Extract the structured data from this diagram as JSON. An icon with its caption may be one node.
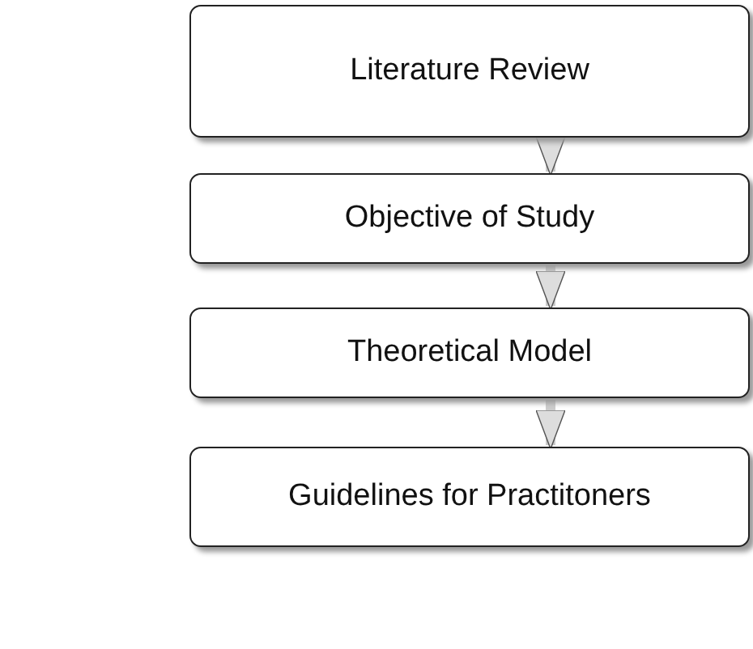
{
  "diagram": {
    "nodes": [
      {
        "text": [
          "Literature Review"
        ]
      },
      {
        "text": [
          "Objective of Study"
        ]
      },
      {
        "text": [
          "Theoretical Model"
        ]
      },
      {
        "text": [
          "Guidelines for Practitoners"
        ]
      }
    ],
    "edges": [
      {
        "from": 0,
        "to": 1,
        "arrow": "to"
      },
      {
        "from": 1,
        "to": 2,
        "arrow": "to"
      },
      {
        "from": 2,
        "to": 3,
        "arrow": "to"
      }
    ]
  }
}
